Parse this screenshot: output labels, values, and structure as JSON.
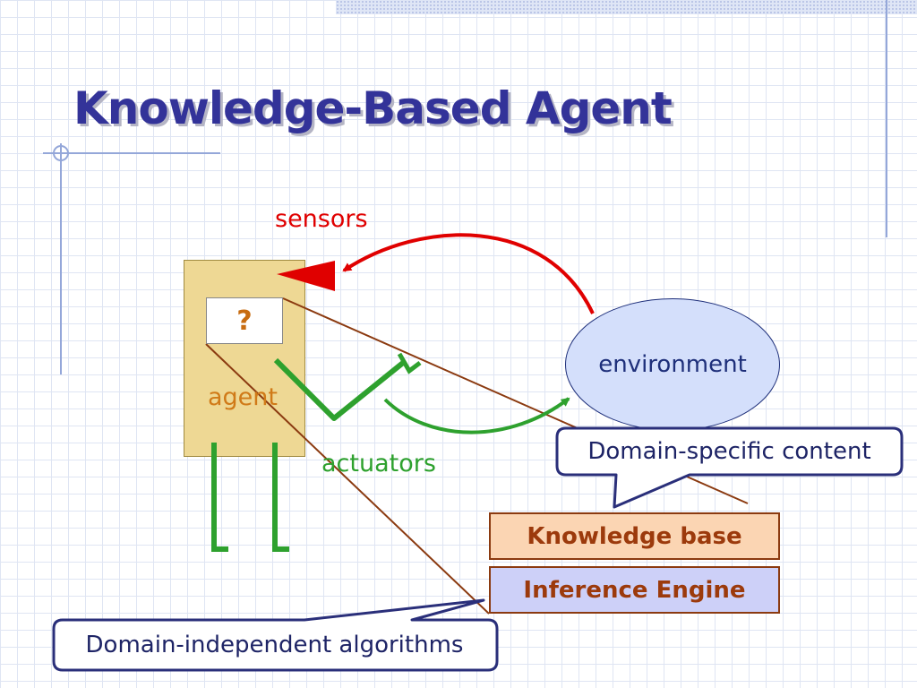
{
  "title": "Knowledge-Based Agent",
  "diagram": {
    "sensors_label": "sensors",
    "actuators_label": "actuators",
    "agent_label": "agent",
    "agent_mind": "?",
    "environment_label": "environment",
    "knowledge_base_label": "Knowledge base",
    "inference_engine_label": "Inference Engine",
    "domain_specific_callout": "Domain-specific content",
    "domain_independent_callout": "Domain-independent algorithms"
  },
  "colors": {
    "title": "#333399",
    "sensors": "#e00000",
    "actuators": "#2ea12e",
    "agent_fill": "#eed894",
    "environment_fill": "#d4dffb",
    "knowledge_base_fill": "#fbd5b3",
    "inference_engine_fill": "#cdd0f8",
    "connector_lines": "#8b3a10",
    "callout_border": "#2a2f7a"
  }
}
